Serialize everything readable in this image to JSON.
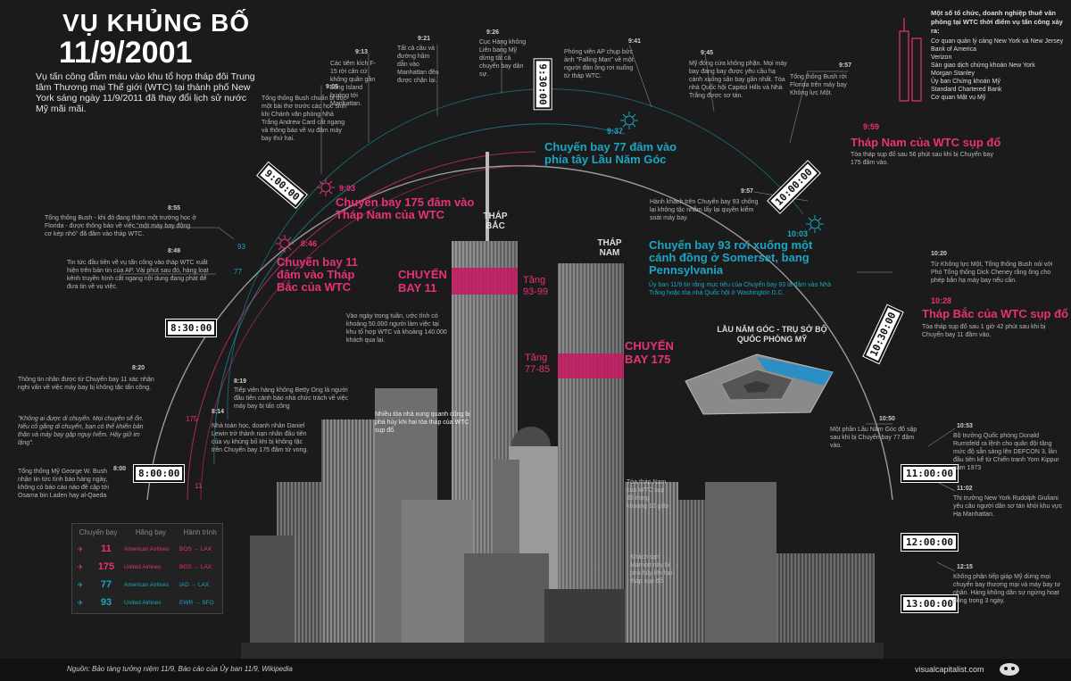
{
  "header": {
    "title_line1": "VỤ KHỦNG BỐ",
    "title_line2": "11/9/2001",
    "intro": "Vụ tấn công đẫm máu vào khu tổ hợp tháp đôi Trung tâm Thương mại Thế giới (WTC) tại thành phố New York sáng ngày 11/9/2011 đã thay đổi lịch sử nước Mỹ mãi mãi."
  },
  "clocks": {
    "c800": "8:00:00",
    "c830": "8:30:00",
    "c900": "9:00:00",
    "c930": "9:30:00",
    "c1000": "10:00:00",
    "c1030": "10:30:00",
    "c1100": "11:00:00",
    "c1200": "12:00:00",
    "c1300": "13:00:00"
  },
  "notes": {
    "n0800_time": "8:00",
    "n0800_text": "Tổng thống Mỹ George W. Bush nhận tin tức tình báo hàng ngày, không có báo cáo nào đề cập tới Osama bin Laden hay al-Qaeda",
    "n0820_time": "8:20",
    "n0820_text": "Thông tin nhân được từ Chuyến bay 11 xác nhận nghi vấn về việc máy bay bị không tặc tấn công.",
    "n0820_quote": "\"Không ai được di chuyển. Mọi chuyện sẽ ổn. Nếu cố gắng di chuyển, bạn có thể khiến bản thân và máy bay gặp nguy hiểm. Hãy giữ im lặng\".",
    "n0819_time": "8:19",
    "n0819_text": "Tiếp viên hàng không Betty Ong là người đầu tiên cảnh báo nhà chức trách về việc máy bay bị tấn công",
    "n0814_time": "8:14",
    "n0814_text": "Nhà toán học, doanh nhân Daniel Lewin trở thành nạn nhân đầu tiên của vụ khủng bố khi bị không tặc trên Chuyến bay 175 đâm tử vong.",
    "n0849_time": "8:49",
    "n0849_text": "Tin tức đầu tiên về vụ tấn công vào tháp WTC xuất hiện trên bản tin của AP. Vài phút sau đó, hàng loạt kênh truyền hình cắt ngang nội dung đang phát để đưa tin về vụ việc.",
    "n0855_time": "8:55",
    "n0855_text": "Tổng thống Bush - khi đó đang thăm một trường học ở Florida - được thông báo về việc \"một máy bay động cơ kép nhỏ\" đã đâm vào tháp WTC.",
    "n0905_time": "9:05",
    "n0905_text": "Tổng thống Bush chuẩn bị đọc một bài thơ trước các học sinh khi Chánh văn phòng Nhà Trắng Andrew Card cắt ngang và thông báo về vụ đâm máy bay thứ hai.",
    "n0913_time": "9:13",
    "n0913_text": "Các tiêm kích F-15 rời căn cứ không quân gần Long Island hướng tới Manhattan.",
    "n0921_time": "9:21",
    "n0921_text": "Tất cả cầu và đường hầm dẫn vào Manhattan đều được chặn lại.",
    "n0926_time": "9:26",
    "n0926_text": "Cục Hàng không Liên bang Mỹ dừng tất cả chuyến bay dân sự.",
    "n0941_time": "9:41",
    "n0941_text": "Phóng viên AP chụp bức ảnh \"Falling Man\" về một người đàn ông rơi xuống từ tháp WTC.",
    "n0945_time": "9:45",
    "n0945_text": "Mỹ đóng cửa không phận. Mọi máy bay đang bay được yêu cầu hạ cánh xuống sân bay gần nhất. Tòa nhà Quốc hội Capitol Hills và Nhà Trắng được sơ tán.",
    "n0957a_time": "9:57",
    "n0957a_text": "Tổng thống Bush rời Florida trên máy bay Không lực Một.",
    "n0957b_time": "9:57",
    "n0957b_text": "Hành khách trên Chuyến bay 93 chống lại không tặc nhằm lấy lại quyền kiểm soát máy bay.",
    "n1020_time": "10:20",
    "n1020_text": "Từ Không lực Một, Tổng thống Bush nói với Phó Tổng thống Dick Cheney rằng ông cho phép bắn hạ máy bay nếu cần.",
    "n1050_time": "10:50",
    "n1050_text": "Một phần Lầu Năm Góc đổ sập sau khi bị Chuyến bay 77 đâm vào.",
    "n1053_time": "10:53",
    "n1053_text": "Bộ trưởng Quốc phòng Donald Rumsfeld ra lệnh cho quân đội tăng mức độ sẵn sàng lên DEFCON 3, lần đầu tiên kể từ Chiến tranh Yom Kippur năm 1973",
    "n1102_time": "11:02",
    "n1102_text": "Thị trưởng New York Rudolph Giuliani yêu cầu người dân sơ tán khỏi khu vực Hạ Manhattan.",
    "n1215_time": "12:15",
    "n1215_text": "Không phận tiếp giáp Mỹ dừng mọi chuyến bay thương mại và máy bay tư nhân. Hàng không dân sự ngừng hoạt động trong 3 ngày."
  },
  "events": {
    "e0846_time": "8:46",
    "e0846_text": "Chuyến bay 11 đâm vào Tháp Bắc của WTC",
    "e0903_time": "9:03",
    "e0903_text": "Chuyến bay 175 đâm vào Tháp Nam của WTC",
    "e0937_time": "9:37",
    "e0937_text": "Chuyến bay 77 đâm vào phía tây Lầu Năm Góc",
    "e0959_time": "9:59",
    "e0959_title": "Tháp Nam của WTC sụp đổ",
    "e0959_text": "Tòa tháp sụp đổ sau 56 phút sau khi bị Chuyến bay 175 đâm vào.",
    "e1003_time": "10:03",
    "e1003_title": "Chuyến bay 93 rơi xuống một cánh đồng ở Somerset, bang Pennsylvania",
    "e1003_text": "Ủy ban 11/9 tin rằng mục tiêu của Chuyến bay 93 là đâm vào Nhà Trắng hoặc tòa nhà Quốc hội ở Washington D.C.",
    "e1028_time": "10:28",
    "e1028_title": "Tháp Bắc của WTC sụp đổ",
    "e1028_text": "Tòa tháp sụp đổ sau 1 giờ 42 phút sau khi bị Chuyến bay 11 đâm vào."
  },
  "towers": {
    "north_label": "THÁP BẮC",
    "south_label": "THÁP NAM",
    "flight11_label": "CHUYẾN BAY 11",
    "flight175_label": "CHUYẾN BAY 175",
    "floors_north": "Tầng 93-99",
    "floors_south": "Tầng 77-85",
    "occupancy": "Vào ngày trong tuần, ước tính có khoảng 50.000 người làm việc tại khu tổ hợp WTC và khoảng 140.000 khách qua lại.",
    "debris": "Nhiều tòa nhà xung quanh cũng bị phá hủy khi hai tòa tháp của WTC sụp đổ.",
    "south_collapse": "Tòa tháp Nam của WTC sụp đổ trong khoảng 10 giây",
    "marriott": "Khách sạn Marriott này bị phá hủy khi hai tháp sụp đổ.",
    "pentagon_label": "LẦU NĂM GÓC - TRỤ SỞ BỘ QUỐC PHÒNG MỸ"
  },
  "companies": {
    "heading": "Một số tổ chức, doanh nghiệp thuê văn phòng tại WTC thời điểm vụ tấn công xảy ra:",
    "items": [
      "Cơ quan quản lý cảng New York và New Jersey",
      "Bank of America",
      "Verizon",
      "Sàn giao dịch chứng khoán New York",
      "Morgan Stanley",
      "Ủy ban Chứng khoán Mỹ",
      "Standard Chartered Bank",
      "Cơ quan Mật vụ Mỹ"
    ]
  },
  "flight_table": {
    "headers": [
      "Chuyến bay",
      "Hãng bay",
      "Hành trình"
    ],
    "rows": [
      {
        "num": "11",
        "airline": "American Airlines",
        "route": "BOS → LAX",
        "color": "#e8317a"
      },
      {
        "num": "175",
        "airline": "United Airlines",
        "route": "BOS → LAX",
        "color": "#e8317a"
      },
      {
        "num": "77",
        "airline": "American Airlines",
        "route": "IAD → LAX",
        "color": "#1aa6c4"
      },
      {
        "num": "93",
        "airline": "United Airlines",
        "route": "EWR → SFO",
        "color": "#1aa6c4"
      }
    ]
  },
  "path_labels": {
    "p11": "11",
    "p175": "175",
    "p77": "77",
    "p93": "93"
  },
  "footer": {
    "source": "Nguồn: Bảo tàng tưởng niệm 11/9, Báo cáo của Ủy ban 11/9, Wikipedia",
    "brand": "visualcapitalist.com"
  },
  "colors": {
    "pink": "#e8317a",
    "teal": "#1aa6c4",
    "bg": "#1b1b1b"
  }
}
